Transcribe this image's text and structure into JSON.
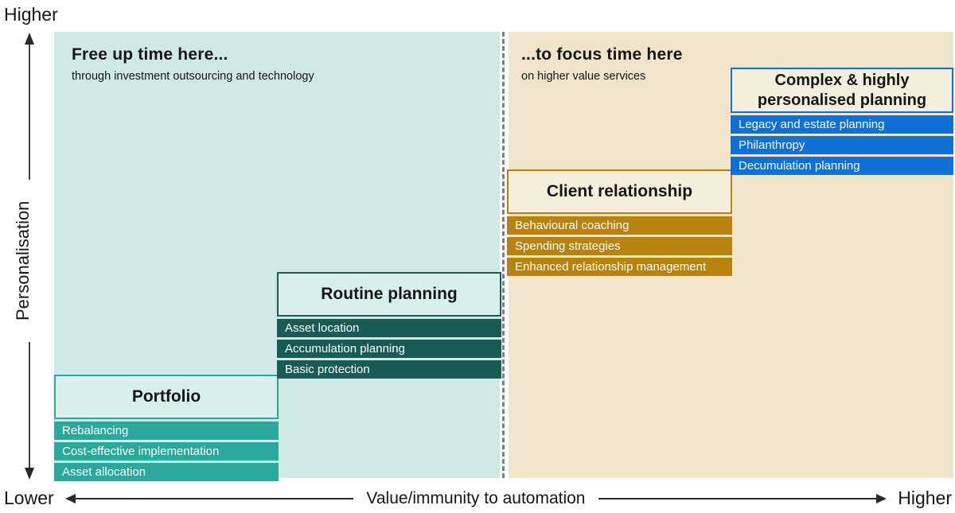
{
  "colors": {
    "bg_left": "#cfe9e7",
    "bg_left_light": "#d9efec",
    "teal": "#2aa99b",
    "teal_dark": "#185c55",
    "bg_right": "#f0e5ca",
    "bg_right_light": "#f6eedd",
    "amber": "#b8820e",
    "blue": "#0f70d9",
    "divider": "#7d7d7d",
    "text": "#161616",
    "axis": "#2a2a2a"
  },
  "axes": {
    "y_top": "Higher",
    "y_label": "Personalisation",
    "y_bottom": "Lower",
    "x_left": "Lower",
    "x_label": "Value/immunity to automation",
    "x_right": "Higher"
  },
  "left_region": {
    "title": "Free up time here...",
    "subtitle": "through investment outsourcing and technology",
    "groups": [
      {
        "name": "Portfolio",
        "items": [
          "Rebalancing",
          "Cost-effective implementation",
          "Asset allocation"
        ]
      },
      {
        "name": "Routine planning",
        "items": [
          "Asset location",
          "Accumulation planning",
          "Basic protection"
        ]
      }
    ]
  },
  "right_region": {
    "title": "...to focus time here",
    "subtitle": "on higher value services",
    "groups": [
      {
        "name": "Client relationship",
        "items": [
          "Behavioural coaching",
          "Spending strategies",
          "Enhanced relationship management"
        ]
      },
      {
        "name": "Complex & highly personalised planning",
        "items": [
          "Legacy and estate planning",
          "Philanthropy",
          "Decumulation planning"
        ]
      }
    ]
  }
}
